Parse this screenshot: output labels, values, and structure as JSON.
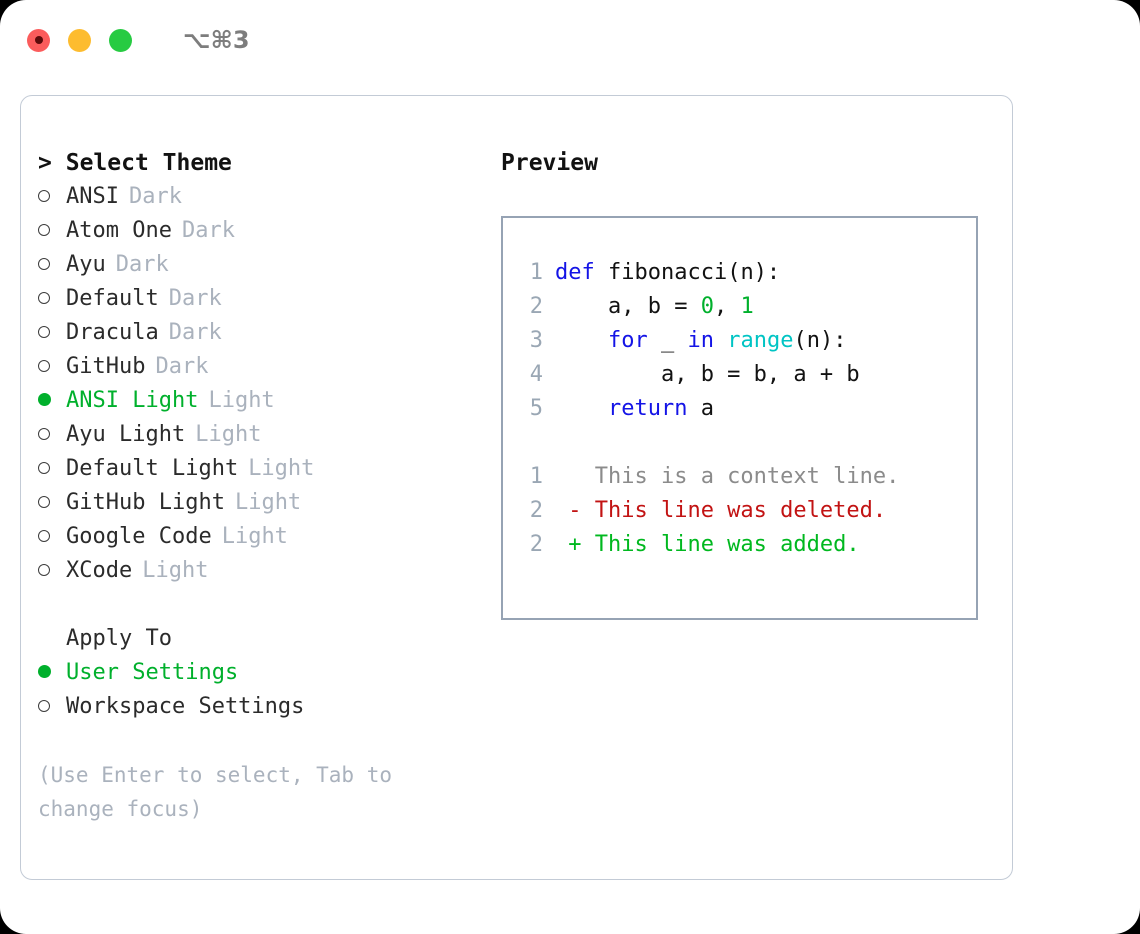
{
  "titlebar": {
    "lights": [
      {
        "name": "close",
        "color": "#fb5c5c"
      },
      {
        "name": "minimize",
        "color": "#fdbc2f"
      },
      {
        "name": "maximize",
        "color": "#27cb42"
      }
    ],
    "shortcut": "⌥⌘3"
  },
  "theme_panel": {
    "heading_caret": ">",
    "heading": "Select Theme",
    "selected_marker": "●",
    "unselected_marker": "○",
    "items": [
      {
        "label": "ANSI",
        "tag": "Dark",
        "selected": false
      },
      {
        "label": "Atom One",
        "tag": "Dark",
        "selected": false
      },
      {
        "label": "Ayu",
        "tag": "Dark",
        "selected": false
      },
      {
        "label": "Default",
        "tag": "Dark",
        "selected": false
      },
      {
        "label": "Dracula",
        "tag": "Dark",
        "selected": false
      },
      {
        "label": "GitHub",
        "tag": "Dark",
        "selected": false
      },
      {
        "label": "ANSI Light",
        "tag": "Light",
        "selected": true
      },
      {
        "label": "Ayu Light",
        "tag": "Light",
        "selected": false
      },
      {
        "label": "Default Light",
        "tag": "Light",
        "selected": false
      },
      {
        "label": "GitHub Light",
        "tag": "Light",
        "selected": false
      },
      {
        "label": "Google Code",
        "tag": "Light",
        "selected": false
      },
      {
        "label": "XCode",
        "tag": "Light",
        "selected": false
      }
    ]
  },
  "apply_to": {
    "heading": "Apply To",
    "items": [
      {
        "label": "User Settings",
        "selected": true
      },
      {
        "label": "Workspace Settings",
        "selected": false
      }
    ]
  },
  "hint": "(Use Enter to select, Tab to change focus)",
  "preview": {
    "title": "Preview",
    "code": [
      {
        "num": "1",
        "tokens": [
          {
            "t": "def",
            "c": "kw"
          },
          {
            "t": " fibonacci(n):",
            "c": "code-text"
          }
        ]
      },
      {
        "num": "2",
        "tokens": [
          {
            "t": "    a, b = ",
            "c": "code-text"
          },
          {
            "t": "0",
            "c": "num"
          },
          {
            "t": ", ",
            "c": "code-text"
          },
          {
            "t": "1",
            "c": "num"
          }
        ]
      },
      {
        "num": "3",
        "tokens": [
          {
            "t": "    ",
            "c": "code-text"
          },
          {
            "t": "for",
            "c": "kw"
          },
          {
            "t": " _ ",
            "c": "code-text"
          },
          {
            "t": "in",
            "c": "kw"
          },
          {
            "t": " ",
            "c": "code-text"
          },
          {
            "t": "range",
            "c": "fn"
          },
          {
            "t": "(n):",
            "c": "code-text"
          }
        ]
      },
      {
        "num": "4",
        "tokens": [
          {
            "t": "        a, b = b, a + b",
            "c": "code-text"
          }
        ]
      },
      {
        "num": "5",
        "tokens": [
          {
            "t": "    ",
            "c": "code-text"
          },
          {
            "t": "return",
            "c": "kw"
          },
          {
            "t": " a",
            "c": "code-text"
          }
        ]
      }
    ],
    "diff": [
      {
        "num": "1",
        "sign": " ",
        "text": "This is a context line.",
        "kind": "diff-ctx"
      },
      {
        "num": "2",
        "sign": "-",
        "text": "This line was deleted.",
        "kind": "diff-del"
      },
      {
        "num": "2",
        "sign": "+",
        "text": "This line was added.",
        "kind": "diff-add"
      }
    ]
  },
  "colors": {
    "accent_green": "#00b02c",
    "muted": "#aab2bd",
    "keyword_blue": "#1414e6",
    "function_cyan": "#00c4c4",
    "diff_delete_red": "#c21313",
    "diff_add_green": "#00b81f",
    "panel_border": "#96a3b4",
    "window_border": "#c3cbd6"
  }
}
